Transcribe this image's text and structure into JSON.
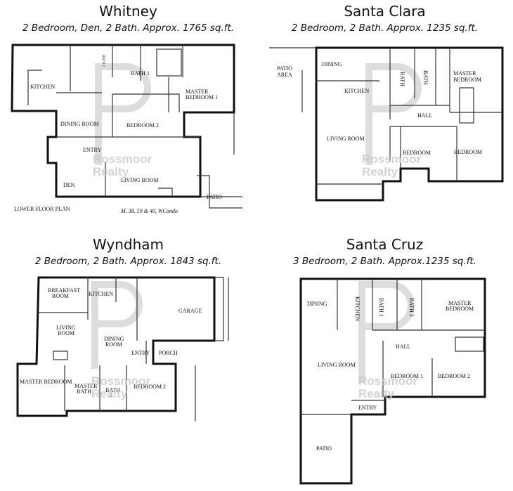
{
  "plans": [
    {
      "name": "Whitney",
      "desc": "2 Bedroom, Den, 2 Bath. Approx. 1765 sq.ft.",
      "rooms": [
        "KITCHEN",
        "BATH 1",
        "MASTER",
        "BEDROOM 1",
        "DINING ROOM",
        "BEDROOM 2",
        "ENTRY",
        "LIVING ROOM",
        "DEN",
        "PATIO",
        "BATH 2",
        "LOWER FLOOR PLAN",
        "M. 38. 59 & 40, WCondo"
      ]
    },
    {
      "name": "Santa Clara",
      "desc": "2 Bedroom, 2 Bath. Approx. 1235 sq.ft.",
      "rooms": [
        "PATIO",
        "AREA",
        "DINING",
        "KITCHEN",
        "BATH",
        "BATH",
        "MASTER",
        "BEDROOM",
        "HALL",
        "LIVING ROOM",
        "BEDROOM",
        "BEDROOM"
      ]
    },
    {
      "name": "Wyndham",
      "desc": "2 Bedroom, 2 Bath. Approx. 1843 sq.ft.",
      "rooms": [
        "BREAKFAST",
        "ROOM",
        "KITCHEN",
        "GARAGE",
        "LIVING",
        "ROOM",
        "DINING",
        "ROOM",
        "ENTRY",
        "PORCH",
        "MASTER BEDROOM",
        "MASTER",
        "BATH",
        "BATH",
        "2",
        "BEDROOM 2"
      ]
    },
    {
      "name": "Santa Cruz",
      "desc": "3 Bedroom, 2 Bath. Approx.1235 sq.ft.",
      "rooms": [
        "DINING",
        "KITCHEN",
        "BATH 1",
        "BATH 2",
        "MASTER",
        "BEDROOM",
        "HALL",
        "LIVING ROOM",
        "BEDROOM 1",
        "BEDROOM 2",
        "ENTRY",
        "PATIO"
      ]
    }
  ],
  "watermark": {
    "line1": "Rossmoor",
    "line2": "Realty"
  }
}
